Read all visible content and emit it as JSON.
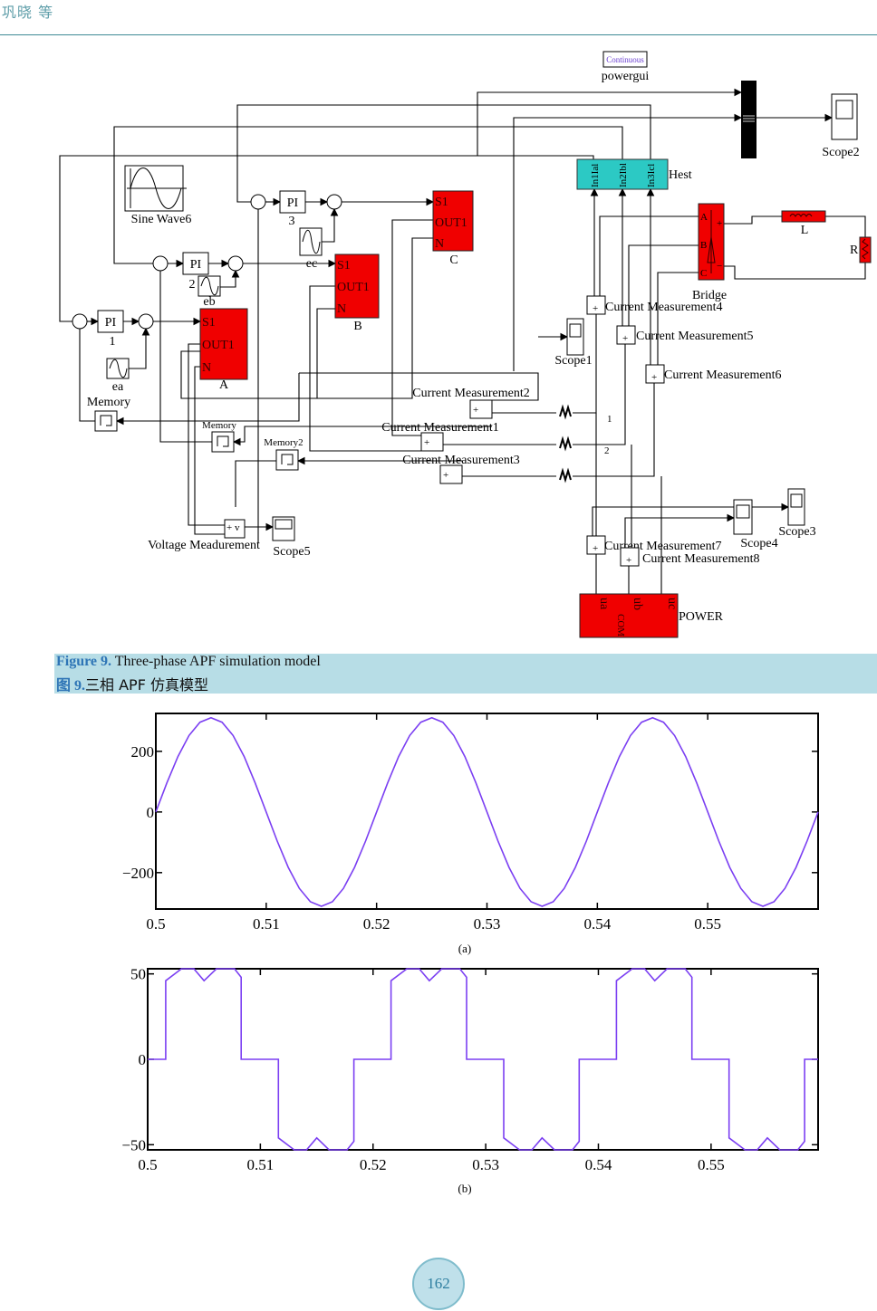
{
  "header": {
    "author": "巩晓  等"
  },
  "diagram": {
    "powergui": {
      "mode": "Continuous",
      "label": "powergui"
    },
    "scope2": "Scope2",
    "hest": {
      "label": "Hest",
      "ports": [
        "In1Ial",
        "In2Ibl",
        "In3Icl"
      ]
    },
    "bridge": {
      "label": "Bridge",
      "ports": [
        "A",
        "B",
        "C",
        "+",
        "−"
      ]
    },
    "inductor": "L",
    "resistor": "R",
    "sine_wave": "Sine Wave6",
    "pi_blocks": [
      {
        "text": "PI",
        "label": "1"
      },
      {
        "text": "PI",
        "label": "2"
      },
      {
        "text": "PI",
        "label": "3"
      }
    ],
    "sine_sources": [
      "ea",
      "eb",
      "ec"
    ],
    "phase_blocks": [
      {
        "label": "A",
        "ports": [
          "S1",
          "OUT1",
          "N"
        ]
      },
      {
        "label": "B",
        "ports": [
          "S1",
          "OUT1",
          "N"
        ]
      },
      {
        "label": "C",
        "ports": [
          "S1",
          "OUT1",
          "N"
        ]
      }
    ],
    "memory_blocks": [
      "Memory",
      "Memory",
      "Memory2"
    ],
    "current_measurements": [
      "Current Measurement1",
      "Current Measurement2",
      "Current Measurement3",
      "Current Measurement4",
      "Current Measurement5",
      "Current Measurement6",
      "Current Measurement7",
      "Current Measurement8"
    ],
    "scopes": [
      "Scope1",
      "Scope3",
      "Scope4",
      "Scope5"
    ],
    "voltage_measurement": "Voltage Meadurement",
    "node_labels": [
      "1",
      "2"
    ],
    "power": {
      "label": "POWER",
      "ports": [
        "ua",
        "ub",
        "uc",
        "COM"
      ]
    }
  },
  "caption": {
    "en_prefix": "Figure 9.",
    "en_text": " Three-phase APF simulation model",
    "zh_prefix": "图 9.",
    "zh_text": "三相 APF 仿真模型"
  },
  "chart_data": [
    {
      "type": "line",
      "sublabel": "(a)",
      "xlim": [
        0.5,
        0.56
      ],
      "ylim": [
        -320,
        325
      ],
      "xticks": [
        0.5,
        0.51,
        0.52,
        0.53,
        0.54,
        0.55
      ],
      "xtick_labels": [
        "0.5",
        "0.51",
        "0.52",
        "0.53",
        "0.54",
        "0.55"
      ],
      "yticks": [
        200,
        0,
        -200
      ],
      "ytick_labels": [
        "200",
        "0",
        "−200"
      ],
      "grid": false,
      "color": "#7b3ff2",
      "x": [
        0.5,
        0.501,
        0.502,
        0.503,
        0.504,
        0.505,
        0.506,
        0.507,
        0.508,
        0.509,
        0.51,
        0.511,
        0.512,
        0.513,
        0.514,
        0.515,
        0.516,
        0.517,
        0.518,
        0.519,
        0.52,
        0.521,
        0.522,
        0.523,
        0.524,
        0.525,
        0.526,
        0.527,
        0.528,
        0.529,
        0.53,
        0.531,
        0.532,
        0.533,
        0.534,
        0.535,
        0.536,
        0.537,
        0.538,
        0.539,
        0.54,
        0.541,
        0.542,
        0.543,
        0.544,
        0.545,
        0.546,
        0.547,
        0.548,
        0.549,
        0.55,
        0.551,
        0.552,
        0.553,
        0.554,
        0.555,
        0.556,
        0.557,
        0.558,
        0.559,
        0.56
      ],
      "y": [
        0,
        96,
        183,
        252,
        296,
        311,
        296,
        252,
        183,
        96,
        0,
        -96,
        -183,
        -252,
        -296,
        -311,
        -296,
        -252,
        -183,
        -96,
        0,
        96,
        183,
        252,
        296,
        311,
        296,
        252,
        183,
        96,
        0,
        -96,
        -183,
        -252,
        -296,
        -311,
        -296,
        -252,
        -183,
        -96,
        0,
        96,
        183,
        252,
        296,
        311,
        296,
        252,
        183,
        96,
        0,
        -96,
        -183,
        -252,
        -296,
        -311,
        -296,
        -252,
        -183,
        -96,
        0
      ]
    },
    {
      "type": "line",
      "sublabel": "(b)",
      "xlim": [
        0.5,
        0.5595
      ],
      "ylim": [
        -53,
        53
      ],
      "xticks": [
        0.5,
        0.51,
        0.52,
        0.53,
        0.54,
        0.55
      ],
      "xtick_labels": [
        "0.5",
        "0.51",
        "0.52",
        "0.53",
        "0.54",
        "0.55"
      ],
      "yticks": [
        50,
        0,
        -50
      ],
      "ytick_labels": [
        "50",
        "0",
        "−50"
      ],
      "grid": false,
      "color": "#7b3ff2",
      "x": [
        0.5,
        0.5016,
        0.5016,
        0.503,
        0.5041,
        0.505,
        0.5061,
        0.5077,
        0.5083,
        0.5083,
        0.5116,
        0.5116,
        0.513,
        0.5141,
        0.515,
        0.5161,
        0.5177,
        0.5183,
        0.5183,
        0.5216,
        0.5216,
        0.523,
        0.5241,
        0.525,
        0.5261,
        0.5277,
        0.5283,
        0.5283,
        0.5316,
        0.5316,
        0.533,
        0.5341,
        0.535,
        0.5361,
        0.5377,
        0.5383,
        0.5383,
        0.5416,
        0.5416,
        0.543,
        0.5441,
        0.545,
        0.5461,
        0.5477,
        0.5483,
        0.5483,
        0.5516,
        0.5516,
        0.553,
        0.5541,
        0.555,
        0.5561,
        0.5577,
        0.5583,
        0.5583,
        0.5595
      ],
      "y": [
        0,
        0,
        46,
        53,
        53,
        46,
        53,
        53,
        48,
        0,
        0,
        -46,
        -53,
        -53,
        -46,
        -53,
        -53,
        -48,
        0,
        0,
        46,
        53,
        53,
        46,
        53,
        53,
        48,
        0,
        0,
        -46,
        -53,
        -53,
        -46,
        -53,
        -53,
        -48,
        0,
        0,
        46,
        53,
        53,
        46,
        53,
        53,
        48,
        0,
        0,
        -46,
        -53,
        -53,
        -46,
        -53,
        -53,
        -48,
        0,
        0
      ]
    }
  ],
  "page_number": "162"
}
